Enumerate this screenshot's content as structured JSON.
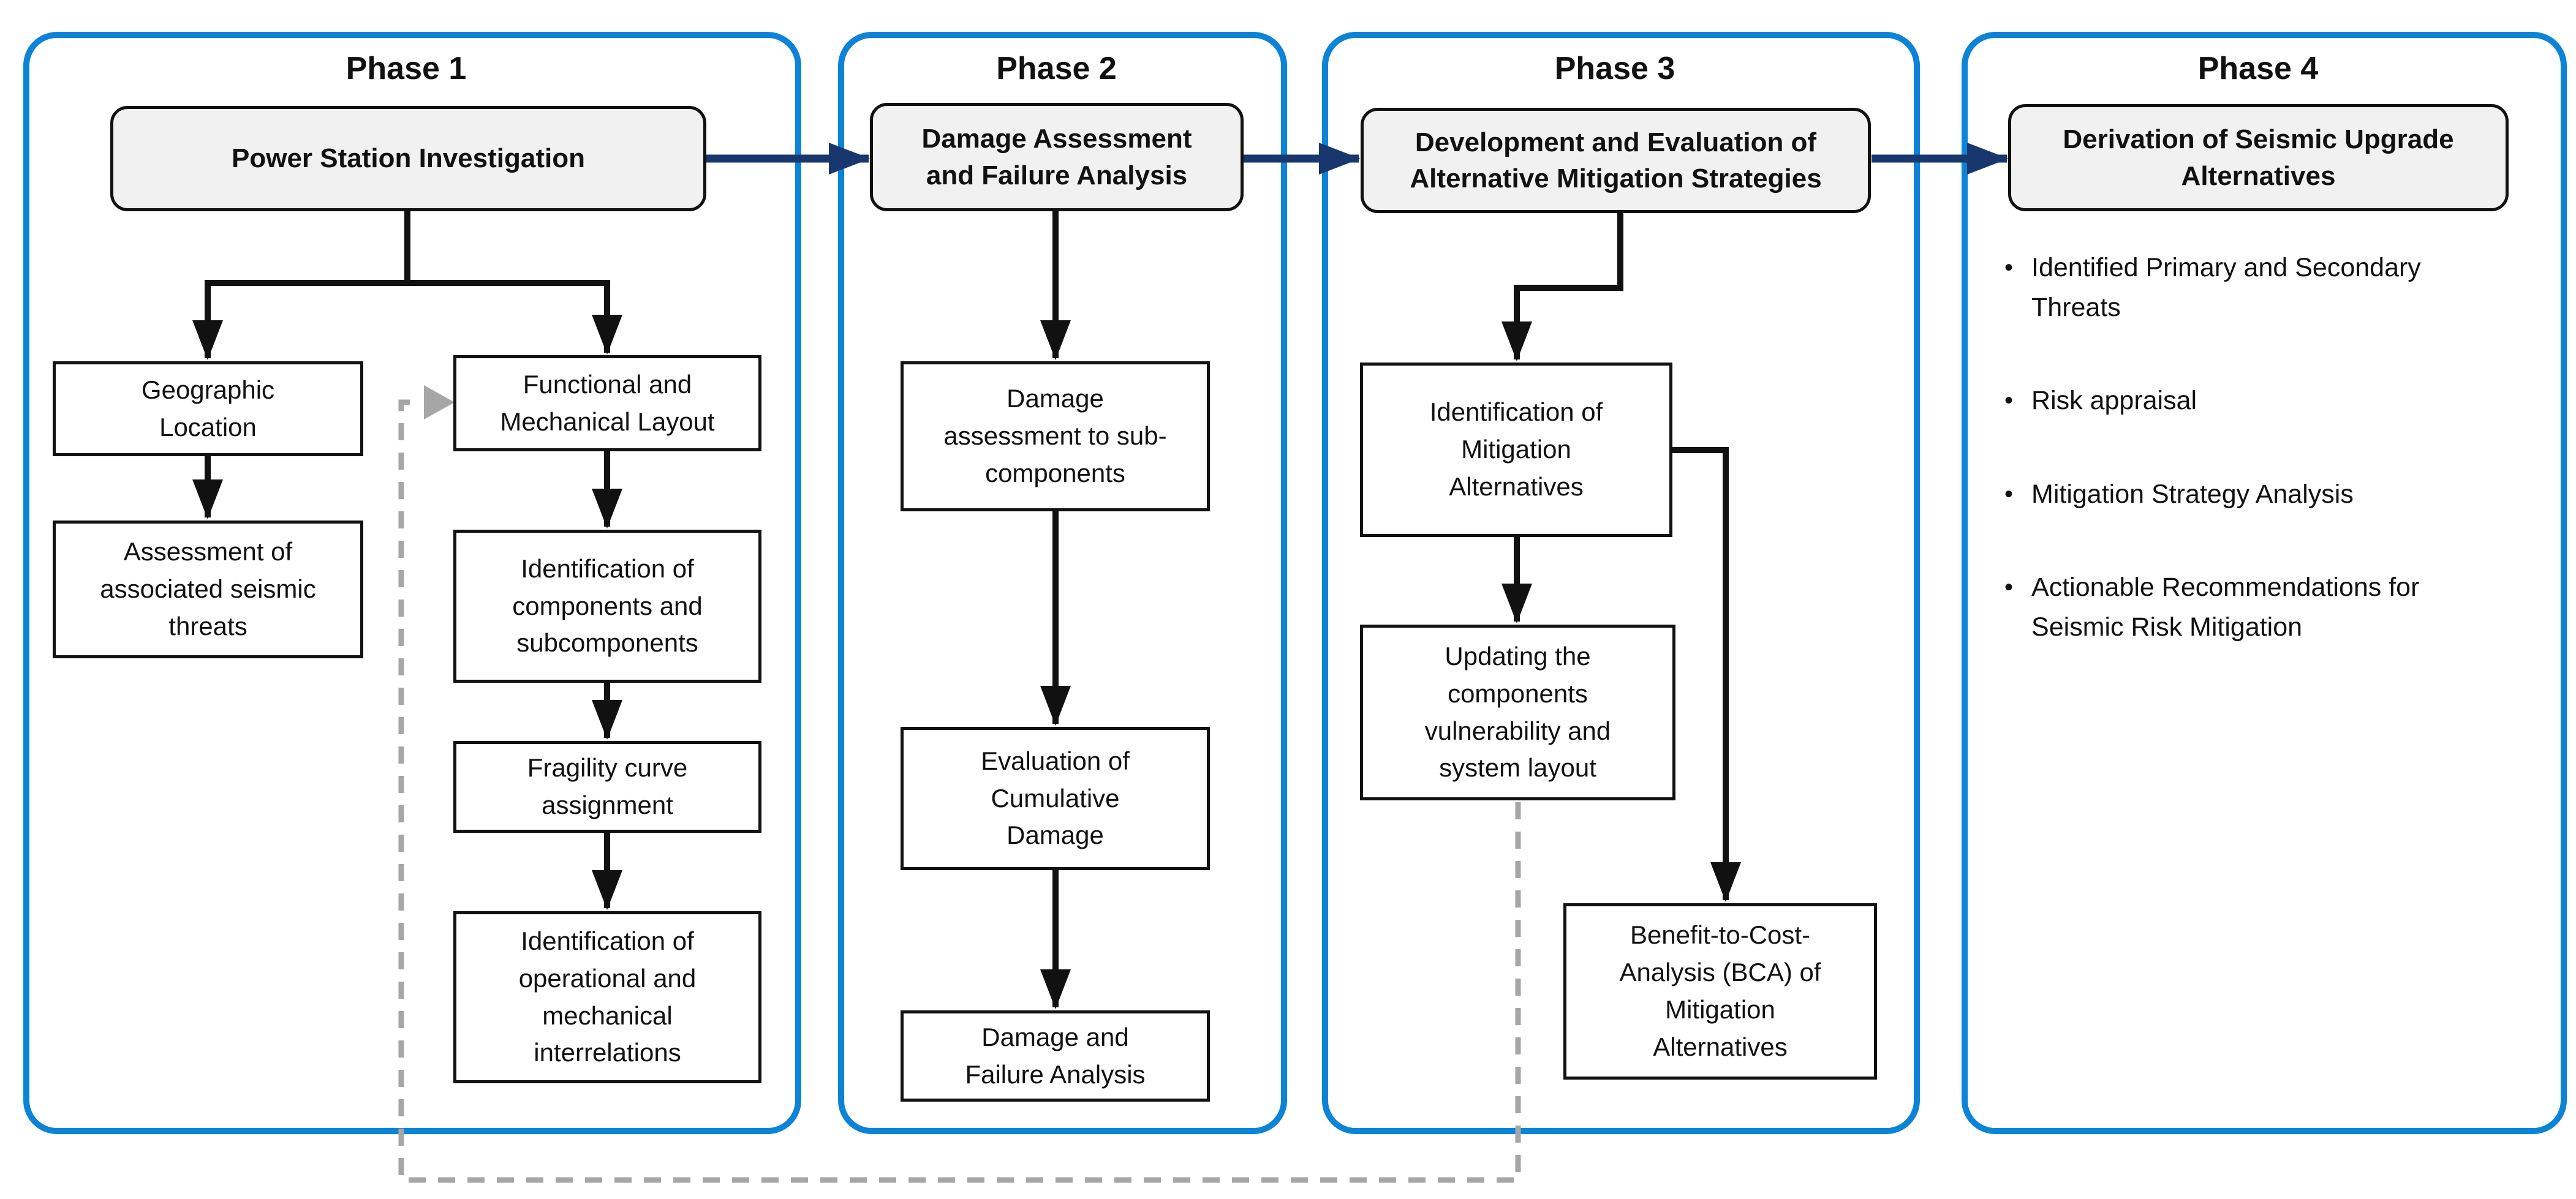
{
  "colors": {
    "container_border": "#0b84d8",
    "interphase_arrow": "#19376f",
    "connector": "#111111",
    "feedback_dashed": "#a6a6a6",
    "header_fill": "#f1f1f1"
  },
  "phases": [
    {
      "title": "Phase 1",
      "header": "Power Station Investigation"
    },
    {
      "title": "Phase 2",
      "header": "Damage Assessment\nand Failure Analysis"
    },
    {
      "title": "Phase 3",
      "header": "Development and Evaluation of\nAlternative Mitigation Strategies"
    },
    {
      "title": "Phase 4",
      "header": "Derivation of Seismic Upgrade\nAlternatives"
    }
  ],
  "phase1": {
    "geographic": "Geographic\nLocation",
    "assessment": "Assessment of\nassociated seismic\nthreats",
    "functional": "Functional and\nMechanical Layout",
    "components": "Identification of\ncomponents and\nsubcomponents",
    "fragility": "Fragility curve\nassignment",
    "interrelations": "Identification of\noperational and\nmechanical\ninterrelations"
  },
  "phase2": {
    "damage_sub": "Damage\nassessment to sub-\ncomponents",
    "cumulative": "Evaluation of\nCumulative\nDamage",
    "failure": "Damage and\nFailure Analysis"
  },
  "phase3": {
    "identification": "Identification of\nMitigation\nAlternatives",
    "updating": "Updating the\ncomponents\nvulnerability and\nsystem layout",
    "bca": "Benefit-to-Cost-\nAnalysis (BCA) of\nMitigation\nAlternatives"
  },
  "phase4": {
    "bullets": [
      "Identified Primary and Secondary\nThreats",
      "Risk appraisal",
      "Mitigation Strategy Analysis",
      "Actionable Recommendations for\nSeismic Risk Mitigation"
    ]
  }
}
